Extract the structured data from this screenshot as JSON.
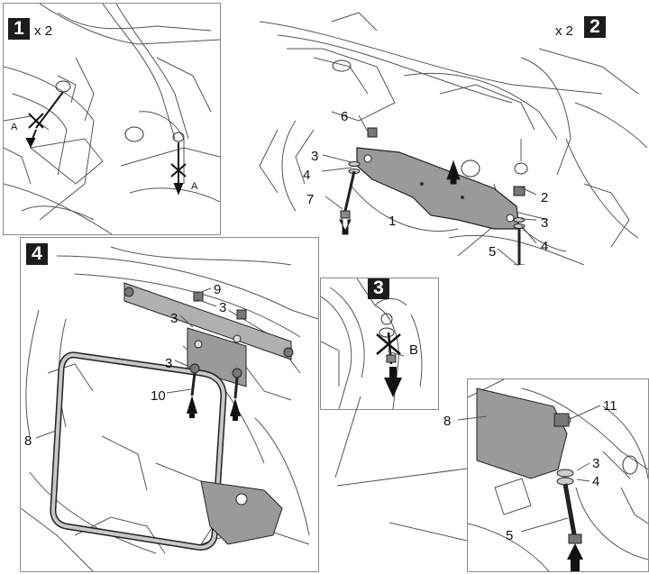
{
  "panels": {
    "p1": {
      "step": "1",
      "multiplier": "x 2",
      "labels": {
        "a1": "A",
        "a2": "A"
      }
    },
    "p2": {
      "step": "2",
      "multiplier": "x 2",
      "labels": {
        "n6": "6",
        "n3a": "3",
        "n4a": "4",
        "n7": "7",
        "n1": "1",
        "n2": "2",
        "n3b": "3",
        "n4b": "4",
        "n5": "5"
      }
    },
    "p3": {
      "step": "3",
      "labels": {
        "b": "B"
      }
    },
    "p4": {
      "step": "4",
      "labels": {
        "n9": "9",
        "n3a": "3",
        "n3b": "3",
        "n3c": "3",
        "n10": "10",
        "n8": "8"
      }
    },
    "detail": {
      "labels": {
        "n8": "8",
        "n11": "11",
        "n3": "3",
        "n4": "4",
        "n5": "5"
      }
    }
  }
}
